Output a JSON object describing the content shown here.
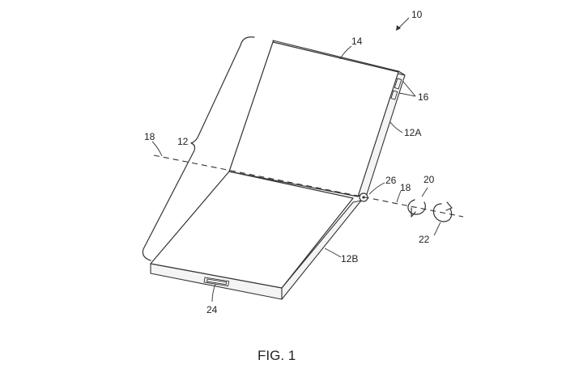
{
  "figure": {
    "caption": "FIG. 1",
    "labels": {
      "device": "10",
      "housing": "12",
      "upper_housing": "12A",
      "lower_housing": "12B",
      "display": "14",
      "buttons": "16",
      "axis_left": "18",
      "axis_right": "18",
      "rotation_a": "20",
      "rotation_b": "22",
      "port": "24",
      "hinge": "26"
    },
    "colors": {
      "line": "#333333",
      "background": "#ffffff"
    }
  }
}
